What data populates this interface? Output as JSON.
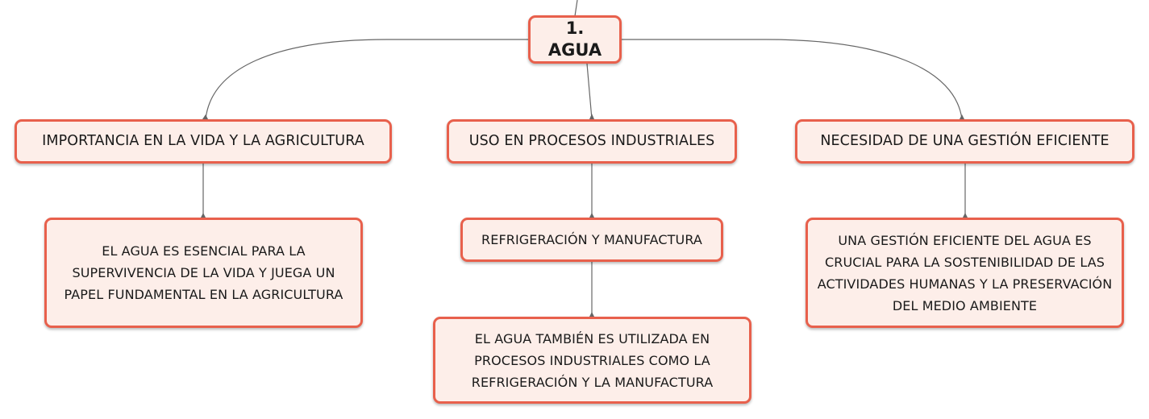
{
  "map": {
    "root": {
      "label": "1. AGUA"
    },
    "topics": [
      {
        "label": "IMPORTANCIA EN LA VIDA Y LA AGRICULTURA",
        "detail": "EL AGUA ES ESENCIAL PARA LA SUPERVIVENCIA DE LA VIDA Y JUEGA UN PAPEL FUNDAMENTAL EN LA AGRICULTURA"
      },
      {
        "label": "USO EN PROCESOS INDUSTRIALES",
        "subtopic": "REFRIGERACIÓN Y MANUFACTURA",
        "detail": "EL AGUA TAMBIÉN ES UTILIZADA EN PROCESOS INDUSTRIALES COMO LA REFRIGERACIÓN Y LA MANUFACTURA"
      },
      {
        "label": "NECESIDAD DE UNA GESTIÓN EFICIENTE",
        "detail": "UNA GESTIÓN EFICIENTE DEL AGUA ES CRUCIAL PARA LA SOSTENIBILIDAD DE LAS ACTIVIDADES HUMANAS Y LA PRESERVACIÓN DEL MEDIO AMBIENTE"
      }
    ]
  },
  "colors": {
    "node_border": "#e8604c",
    "node_fill": "#fdeee9",
    "connector": "#666666"
  }
}
